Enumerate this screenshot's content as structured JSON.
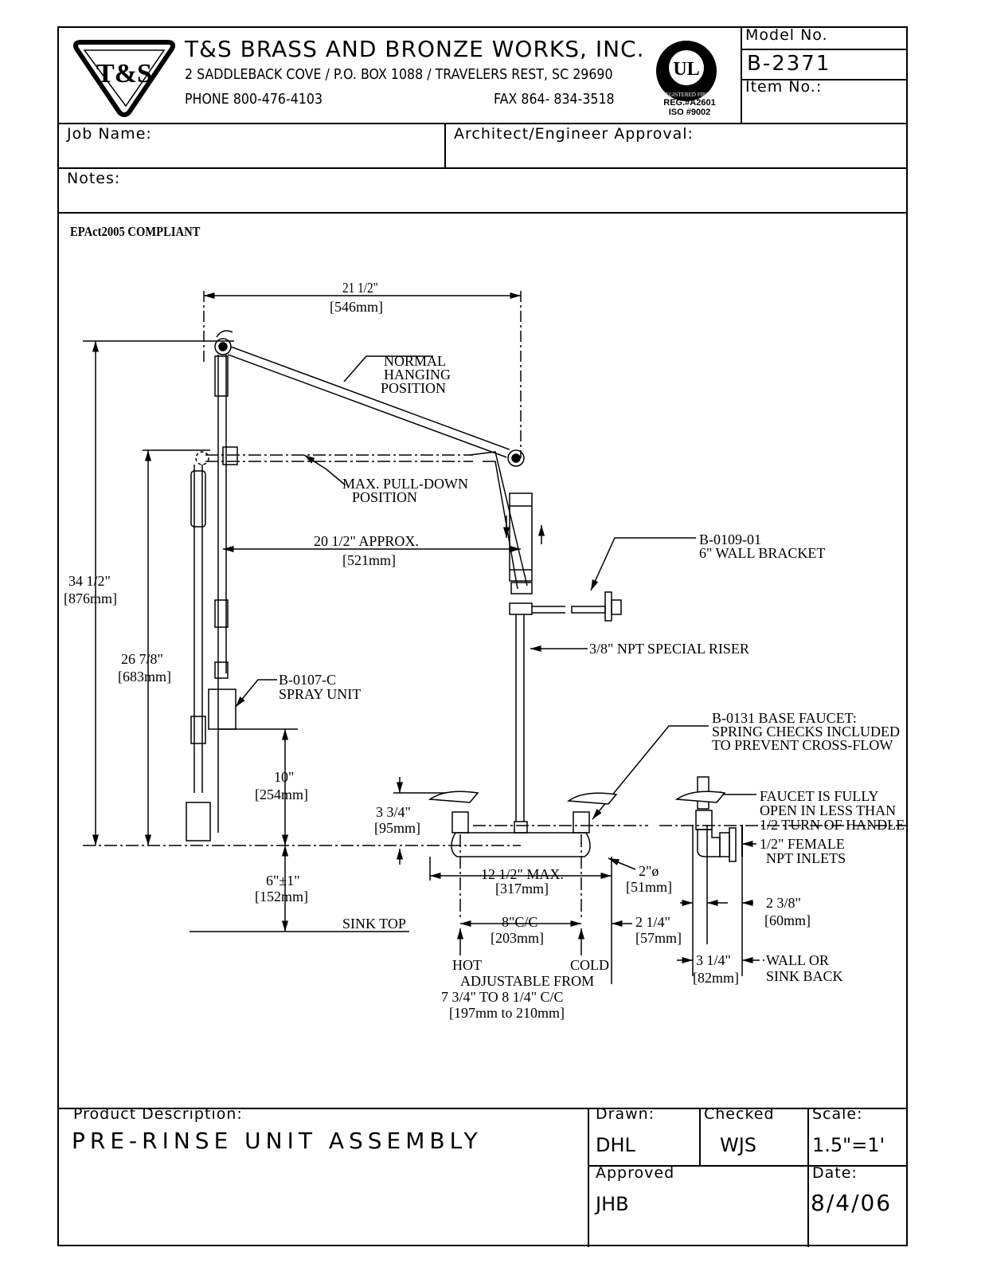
{
  "header": {
    "company": "T&S BRASS AND BRONZE WORKS, INC.",
    "address": "2 SADDLEBACK COVE / P.O. BOX 1088 / TRAVELERS REST, SC 29690",
    "phone": "PHONE 800-476-4103",
    "fax": "FAX 864- 834-3518",
    "logo_text": "T&S",
    "ul_text": "UL",
    "ul_ring": "REGISTERED FIRM",
    "reg_line1": "REG.#A2601",
    "reg_line2": "ISO #9002",
    "model_label": "Model No.",
    "model_value": "B-2371",
    "item_label": "Item No.:"
  },
  "form": {
    "job_name_label": "Job Name:",
    "architect_label": "Architect/Engineer Approval:",
    "notes_label": "Notes:"
  },
  "drawing": {
    "compliance": "EPAct2005 COMPLIANT",
    "dim_top": "21 1/2\"",
    "dim_top_mm": "[546mm]",
    "normal_hanging_1": "NORMAL",
    "normal_hanging_2": "HANGING",
    "normal_hanging_3": "POSITION",
    "max_pulldown_1": "MAX. PULL-DOWN",
    "max_pulldown_2": "POSITION",
    "dim_approx": "20 1/2\" APPROX.",
    "dim_approx_mm": "[521mm]",
    "bracket_1": "B-0109-01",
    "bracket_2": "6\" WALL BRACKET",
    "dim_total": "34 1/2\"",
    "dim_total_mm": "[876mm]",
    "riser": "3/8\" NPT SPECIAL RISER",
    "dim_pull": "26 7/8\"",
    "dim_pull_mm": "[683mm]",
    "spray_1": "B-0107-C",
    "spray_2": "SPRAY UNIT",
    "base_1": "B-0131 BASE FAUCET:",
    "base_2": "SPRING CHECKS INCLUDED",
    "base_3": "TO PREVENT CROSS-FLOW",
    "dim_10": "10\"",
    "dim_10_mm": "[254mm]",
    "dim_334": "3 3/4\"",
    "dim_334_mm": "[95mm]",
    "fully_open_1": "FAUCET IS FULLY",
    "fully_open_2": "OPEN IN LESS THAN",
    "fully_open_3": "1/2 TURN OF HANDLE",
    "inlets_1": "1/2\" FEMALE",
    "inlets_2": "NPT INLETS",
    "dim_6": "6\"±1\"",
    "dim_6_mm": "[152mm]",
    "dim_max": "12 1/2\" MAX.",
    "dim_max_mm": "[317mm]",
    "dim_2dia": "2\"ø",
    "dim_2dia_mm": "[51mm]",
    "dim_238": "2 3/8\"",
    "dim_238_mm": "[60mm]",
    "sink_top": "SINK TOP",
    "dim_8cc": "8\"C/C",
    "dim_8cc_mm": "[203mm]",
    "dim_214": "2 1/4\"",
    "dim_214_mm": "[57mm]",
    "hot": "HOT",
    "cold": "COLD",
    "adjustable_1": "ADJUSTABLE FROM",
    "adjustable_2": "7 3/4\" TO 8 1/4\" C/C",
    "adjustable_3": "[197mm to 210mm]",
    "dim_314": "3 1/4\"",
    "dim_314_mm": "[82mm]",
    "wall_1": "WALL OR",
    "wall_2": "SINK BACK"
  },
  "footer": {
    "product_label": "Product Description:",
    "product_value": "PRE-RINSE UNIT ASSEMBLY",
    "drawn_label": "Drawn:",
    "drawn_value": "DHL",
    "checked_label": "Checked",
    "checked_value": "WJS",
    "scale_label": "Scale:",
    "scale_value": "1.5\"=1'",
    "approved_label": "Approved",
    "approved_value": "JHB",
    "date_label": "Date:",
    "date_value": "8/4/06"
  }
}
